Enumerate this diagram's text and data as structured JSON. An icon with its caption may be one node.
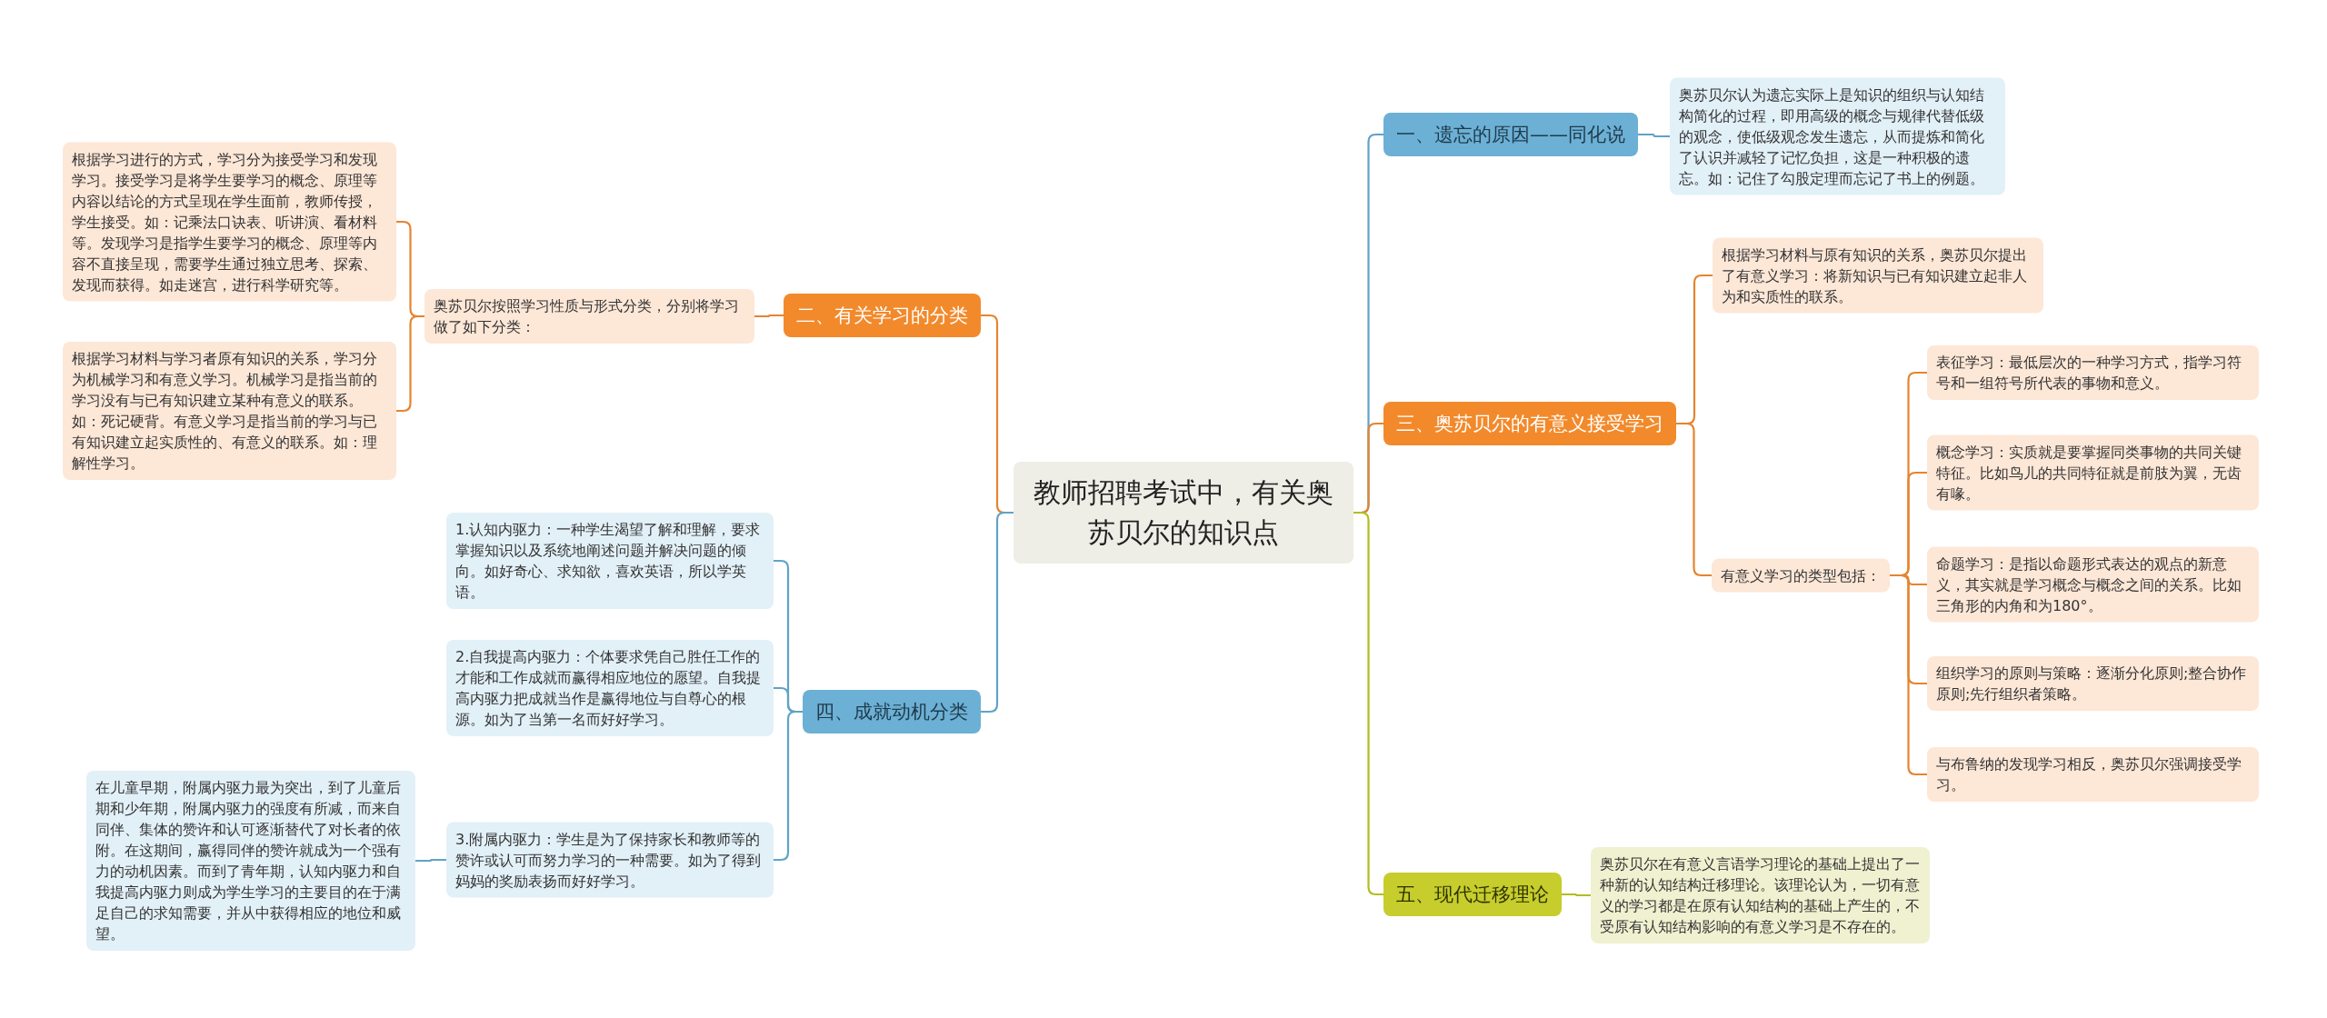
{
  "diagram": {
    "nodes": [
      {
        "text": [
          "教师招聘考试中，有关奥苏贝尔的知识点"
        ]
      },
      {
        "text": [
          "二、有关学习的分类"
        ]
      },
      {
        "text": [
          "奥苏贝尔按照学习性质与形式分类，分别将学习做了如下分类："
        ]
      },
      {
        "text": [
          "根据学习进行的方式，学习分为接受学习和发现学习。接受学习是将学生要学习的概念、原理等内容以结论的方式呈现在学生面前，教师传授，学生接受。如：记乘法口诀表、听讲演、看材料等。发现学习是指学生要学习的概念、原理等内容不直接呈现，需要学生通过独立思考、探索、发现而获得。如走迷宫，进行科学研究等。"
        ]
      },
      {
        "text": [
          "根据学习材料与学习者原有知识的关系，学习分为机械学习和有意义学习。机械学习是指当前的学习没有与已有知识建立某种有意义的联系。如：死记硬背。有意义学习是指当前的学习与已有知识建立起实质性的、有意义的联系。如：理解性学习。"
        ]
      },
      {
        "text": [
          "四、成就动机分类"
        ]
      },
      {
        "text": [
          "1.认知内驱力：一种学生渴望了解和理解，要求掌握知识以及系统地阐述问题并解决问题的倾向。如好奇心、求知欲，喜欢英语，所以学英语。"
        ]
      },
      {
        "text": [
          "2.自我提高内驱力：个体要求凭自己胜任工作的才能和工作成就而赢得相应地位的愿望。自我提高内驱力把成就当作是赢得地位与自尊心的根源。如为了当第一名而好好学习。"
        ]
      },
      {
        "text": [
          "3.附属内驱力：学生是为了保持家长和教师等的赞许或认可而努力学习的一种需要。如为了得到妈妈的奖励表扬而好好学习。"
        ]
      },
      {
        "text": [
          "在儿童早期，附属内驱力最为突出，到了儿童后期和少年期，附属内驱力的强度有所减，而来自同伴、集体的赞许和认可逐渐替代了对长者的依附。在这期间，赢得同伴的赞许就成为一个强有力的动机因素。而到了青年期，认知内驱力和自我提高内驱力则成为学生学习的主要目的在于满足自己的求知需要，并从中获得相应的地位和威望。"
        ]
      },
      {
        "text": [
          "一、遗忘的原因——同化说"
        ]
      },
      {
        "text": [
          "奥苏贝尔认为遗忘实际上是知识的组织与认知结构简化的过程，即用高级的概念与规律代替低级的观念，使低级观念发生遗忘，从而提炼和简化了认识并减轻了记忆负担，这是一种积极的遗忘。如：记住了勾股定理而忘记了书上的例题。"
        ]
      },
      {
        "text": [
          "三、奥苏贝尔的有意义接受学习"
        ]
      },
      {
        "text": [
          "根据学习材料与原有知识的关系，奥苏贝尔提出了有意义学习：将新知识与已有知识建立起非人为和实质性的联系。"
        ]
      },
      {
        "text": [
          "有意义学习的类型包括："
        ]
      },
      {
        "text": [
          "表征学习：最低层次的一种学习方式，指学习符号和一组符号所代表的事物和意义。"
        ]
      },
      {
        "text": [
          "概念学习：实质就是要掌握同类事物的共同关键特征。比如鸟儿的共同特征就是前肢为翼，无齿有喙。"
        ]
      },
      {
        "text": [
          "命题学习：是指以命题形式表达的观点的新意义，其实就是学习概念与概念之间的关系。比如三角形的内角和为180°。"
        ]
      },
      {
        "text": [
          "组织学习的原则与策略：逐渐分化原则;整合协作原则;先行组织者策略。"
        ]
      },
      {
        "text": [
          "与布鲁纳的发现学习相反，奥苏贝尔强调接受学习。"
        ]
      },
      {
        "text": [
          "五、现代迁移理论"
        ]
      },
      {
        "text": [
          "奥苏贝尔在有意义言语学习理论的基础上提出了一种新的认知结构迁移理论。该理论认为，一切有意义的学习都是在原有认知结构的基础上产生的，不受原有认知结构影响的有意义学习是不存在的。"
        ]
      }
    ],
    "edges": [
      {
        "from": 0,
        "to": 1,
        "arrow": "none"
      },
      {
        "from": 1,
        "to": 2,
        "arrow": "none"
      },
      {
        "from": 2,
        "to": 3,
        "arrow": "none"
      },
      {
        "from": 2,
        "to": 4,
        "arrow": "none"
      },
      {
        "from": 0,
        "to": 5,
        "arrow": "none",
        "color": "#5fa3c6"
      },
      {
        "from": 5,
        "to": 6,
        "arrow": "none",
        "color": "#5fa3c6"
      },
      {
        "from": 5,
        "to": 7,
        "arrow": "none",
        "color": "#5fa3c6"
      },
      {
        "from": 5,
        "to": 8,
        "arrow": "none",
        "color": "#5fa3c6"
      },
      {
        "from": 8,
        "to": 9,
        "arrow": "none",
        "color": "#5fa3c6"
      },
      {
        "from": 0,
        "to": 10,
        "arrow": "none",
        "color": "#5fa3c6"
      },
      {
        "from": 10,
        "to": 11,
        "arrow": "none",
        "color": "#5fa3c6"
      },
      {
        "from": 0,
        "to": 12,
        "arrow": "none"
      },
      {
        "from": 12,
        "to": 13,
        "arrow": "none"
      },
      {
        "from": 12,
        "to": 14,
        "arrow": "none"
      },
      {
        "from": 14,
        "to": 15,
        "arrow": "none"
      },
      {
        "from": 14,
        "to": 16,
        "arrow": "none"
      },
      {
        "from": 14,
        "to": 17,
        "arrow": "none"
      },
      {
        "from": 14,
        "to": 18,
        "arrow": "none"
      },
      {
        "from": 14,
        "to": 19,
        "arrow": "none"
      },
      {
        "from": 0,
        "to": 20,
        "arrow": "none",
        "color": "#b3bd22"
      },
      {
        "from": 20,
        "to": 21,
        "arrow": "none",
        "color": "#b3bd22"
      }
    ]
  }
}
